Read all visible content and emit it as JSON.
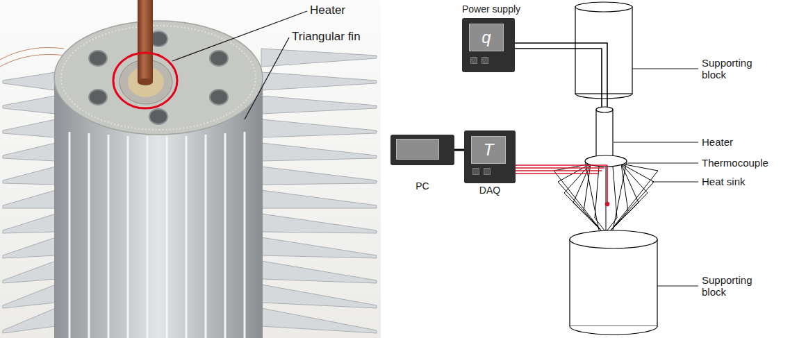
{
  "diagram": {
    "nodes": [
      {
        "text": [
          "Power supply",
          "q"
        ]
      },
      {
        "text": [
          "PC"
        ]
      },
      {
        "text": [
          "T",
          "DAQ"
        ]
      }
    ],
    "edges": [
      {
        "from": 1,
        "to": 2,
        "arrow": "none"
      }
    ],
    "labels": [
      "Heater",
      "Triangular fin",
      "Supporting block",
      "Heater",
      "Thermocouple",
      "Heat sink",
      "Supporting block"
    ]
  }
}
